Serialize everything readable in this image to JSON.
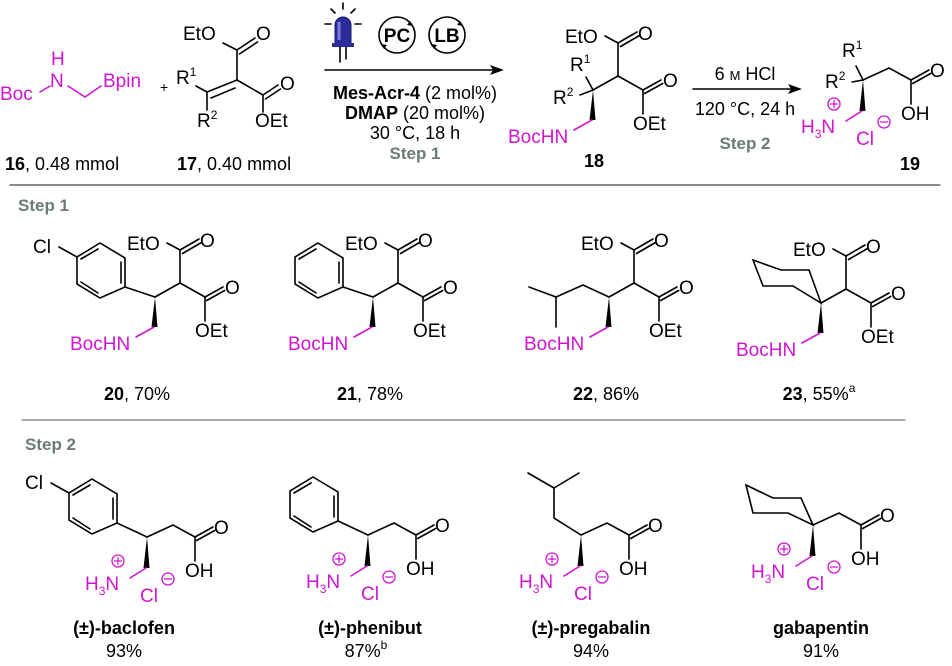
{
  "colors": {
    "amine": "#d014d0",
    "step_label": "#6b7b79",
    "light": "#2b2b9b"
  },
  "atoms": {
    "eto": "EtO",
    "o": "O",
    "oet": "OEt",
    "bochn": "BocHN",
    "cl": "Cl",
    "oh": "OH",
    "h": "H",
    "sub3": "3",
    "n": "N",
    "r": "R",
    "one": "1",
    "two": "2"
  },
  "reaction": {
    "reactant1": {
      "boc": "Boc",
      "h": "H",
      "n": "N",
      "bpin": "Bpin",
      "label_num": "16",
      "label_rest": ", 0.48 mmol"
    },
    "plus": "+",
    "reactant2": {
      "label_num": "17",
      "label_rest": ", 0.40 mmol"
    },
    "step1_conditions": {
      "pc": "PC",
      "lb": "LB",
      "catalyst": "Mes-Acr-4",
      "catalyst_loading": " (2 mol%)",
      "base": "DMAP",
      "base_loading": " (20 mol%)",
      "conditions": "30 °C, 18 h",
      "step": "Step 1"
    },
    "intermediate": {
      "label": "18"
    },
    "step2_conditions": {
      "reagent_num": "6 ",
      "reagent_unit": "M",
      "reagent_rest": " HCl",
      "conditions": "120 °C, 24 h",
      "step": "Step 2"
    },
    "product": {
      "label": "19"
    }
  },
  "step1": {
    "heading": "Step 1",
    "products": [
      {
        "num": "20",
        "yield": ", 70%"
      },
      {
        "num": "21",
        "yield": ", 78%"
      },
      {
        "num": "22",
        "yield": ", 86%"
      },
      {
        "num": "23",
        "yield": ", 55%",
        "note": "a"
      }
    ]
  },
  "step2": {
    "heading": "Step 2",
    "products": [
      {
        "name": "(±)-baclofen",
        "yield": "93%"
      },
      {
        "name": "(±)-phenibut",
        "yield": "87%",
        "note": "b"
      },
      {
        "name": "(±)-pregabalin",
        "yield": "94%"
      },
      {
        "name": "gabapentin",
        "yield": "91%"
      }
    ]
  }
}
